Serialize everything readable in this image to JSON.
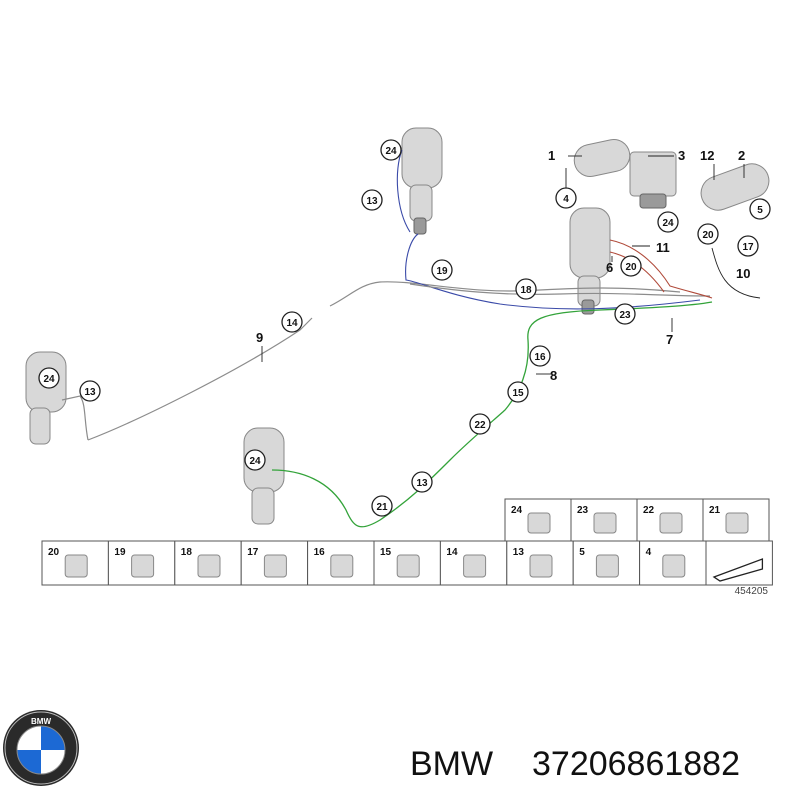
{
  "brand": "BMW",
  "part_number": "37206861882",
  "logo_text": "BMW",
  "diagram_ref": "454205",
  "callouts_plain": [
    {
      "id": "c1",
      "text": "1"
    },
    {
      "id": "c3",
      "text": "3"
    },
    {
      "id": "c12",
      "text": "12"
    },
    {
      "id": "c2",
      "text": "2"
    },
    {
      "id": "c11",
      "text": "11"
    },
    {
      "id": "c6",
      "text": "6"
    },
    {
      "id": "c10",
      "text": "10"
    },
    {
      "id": "c9",
      "text": "9"
    },
    {
      "id": "c7",
      "text": "7"
    },
    {
      "id": "c8",
      "text": "8"
    }
  ],
  "callouts_circled": [
    {
      "id": "b24a",
      "text": "24"
    },
    {
      "id": "b13a",
      "text": "13"
    },
    {
      "id": "b19",
      "text": "19"
    },
    {
      "id": "b18",
      "text": "18"
    },
    {
      "id": "b14",
      "text": "14"
    },
    {
      "id": "b4",
      "text": "4"
    },
    {
      "id": "b24b",
      "text": "24"
    },
    {
      "id": "b5",
      "text": "5"
    },
    {
      "id": "b20a",
      "text": "20"
    },
    {
      "id": "b17",
      "text": "17"
    },
    {
      "id": "b20b",
      "text": "20"
    },
    {
      "id": "b23",
      "text": "23"
    },
    {
      "id": "b24c",
      "text": "24"
    },
    {
      "id": "b13b",
      "text": "13"
    },
    {
      "id": "b16",
      "text": "16"
    },
    {
      "id": "b15",
      "text": "15"
    },
    {
      "id": "b22",
      "text": "22"
    },
    {
      "id": "b24d",
      "text": "24"
    },
    {
      "id": "b13c",
      "text": "13"
    },
    {
      "id": "b21",
      "text": "21"
    }
  ],
  "catalog_top": [
    "24",
    "23",
    "22",
    "21"
  ],
  "catalog_bottom": [
    "20",
    "19",
    "18",
    "17",
    "16",
    "15",
    "14",
    "13",
    "5",
    "4",
    ""
  ],
  "colors": {
    "blue_line": "#3a4aa8",
    "green_line": "#33a33a",
    "grey_line": "#8c8c8c",
    "red_line": "#b04a3a",
    "logo_blue": "#1c69d4"
  }
}
